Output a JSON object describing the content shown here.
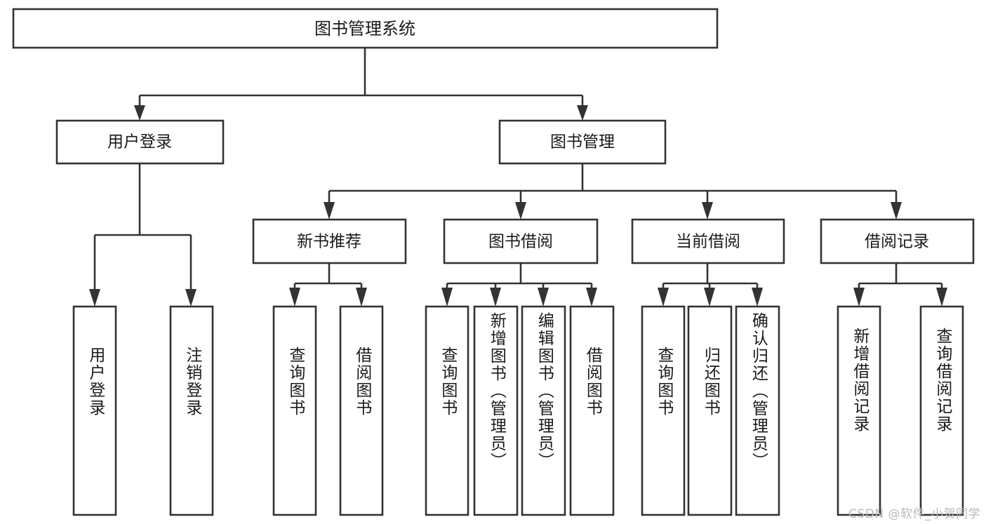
{
  "diagram": {
    "type": "hierarchy-tree",
    "title": "图书管理系统",
    "watermark": "CSDN @软件_小贺同学",
    "colors": {
      "box_stroke": "#333333",
      "box_fill": "#ffffff",
      "text": "#1a1a1a",
      "background": "#ffffff",
      "watermark": "#b9b9b9"
    },
    "root": {
      "label": "图书管理系统",
      "level": 0
    },
    "level1": [
      {
        "label": "用户登录"
      },
      {
        "label": "图书管理"
      }
    ],
    "level2": [
      {
        "label": "新书推荐"
      },
      {
        "label": "图书借阅"
      },
      {
        "label": "当前借阅"
      },
      {
        "label": "借阅记录"
      }
    ],
    "leaves": {
      "user_login": [
        {
          "label": "用户登录"
        },
        {
          "label": "注销登录"
        }
      ],
      "new_book_recommend": [
        {
          "label": "查询图书"
        },
        {
          "label": "借阅图书"
        }
      ],
      "book_borrow": [
        {
          "label": "查询图书"
        },
        {
          "label": "新增图书（管理员）"
        },
        {
          "label": "编辑图书（管理员）"
        },
        {
          "label": "借阅图书"
        }
      ],
      "current_borrow": [
        {
          "label": "查询图书"
        },
        {
          "label": "归还图书"
        },
        {
          "label": "确认归还（管理员）"
        }
      ],
      "borrow_record": [
        {
          "label": "新增借阅记录"
        },
        {
          "label": "查询借阅记录"
        }
      ]
    }
  }
}
